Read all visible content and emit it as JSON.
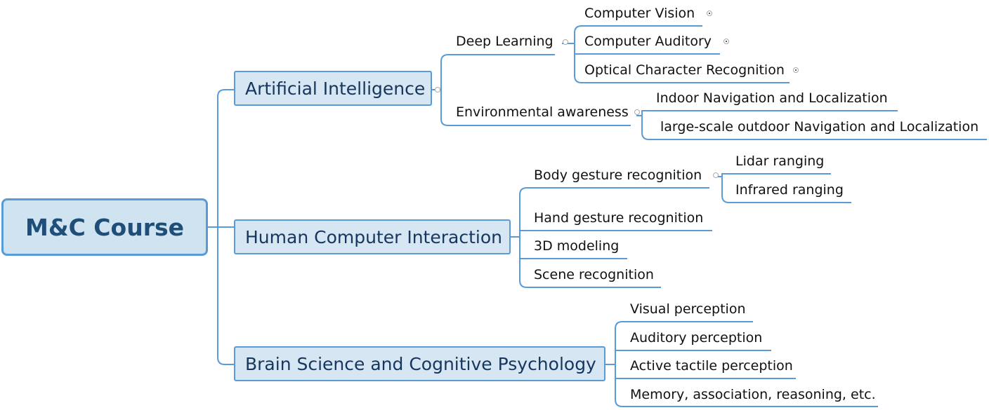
{
  "root": {
    "label": "M&C Course"
  },
  "branches": [
    {
      "label": "Artificial Intelligence",
      "subs": [
        {
          "label": "Deep Learning",
          "leaves": [
            "Computer Vision",
            "Computer Auditory",
            "Optical Character Recognition"
          ]
        },
        {
          "label": "Environmental awareness",
          "leaves": [
            "Indoor Navigation and Localization",
            "large-scale outdoor Navigation and Localization"
          ]
        }
      ]
    },
    {
      "label": "Human Computer Interaction",
      "subs": [
        {
          "label": "Body gesture recognition",
          "leaves": [
            "Lidar ranging",
            "Infrared ranging"
          ]
        },
        {
          "label": "Hand gesture recognition"
        },
        {
          "label": "3D modeling"
        },
        {
          "label": "Scene recognition"
        }
      ]
    },
    {
      "label": "Brain Science and Cognitive Psychology",
      "subs": [
        {
          "label": "Visual perception"
        },
        {
          "label": "Auditory perception"
        },
        {
          "label": "Active tactile perception"
        },
        {
          "label": "Memory, association, reasoning, etc."
        }
      ]
    }
  ],
  "colors": {
    "line": "#5b9bd5",
    "root_fill": "#cfe3f1",
    "node_fill": "#d6e7f3",
    "root_text": "#1f4e79"
  }
}
